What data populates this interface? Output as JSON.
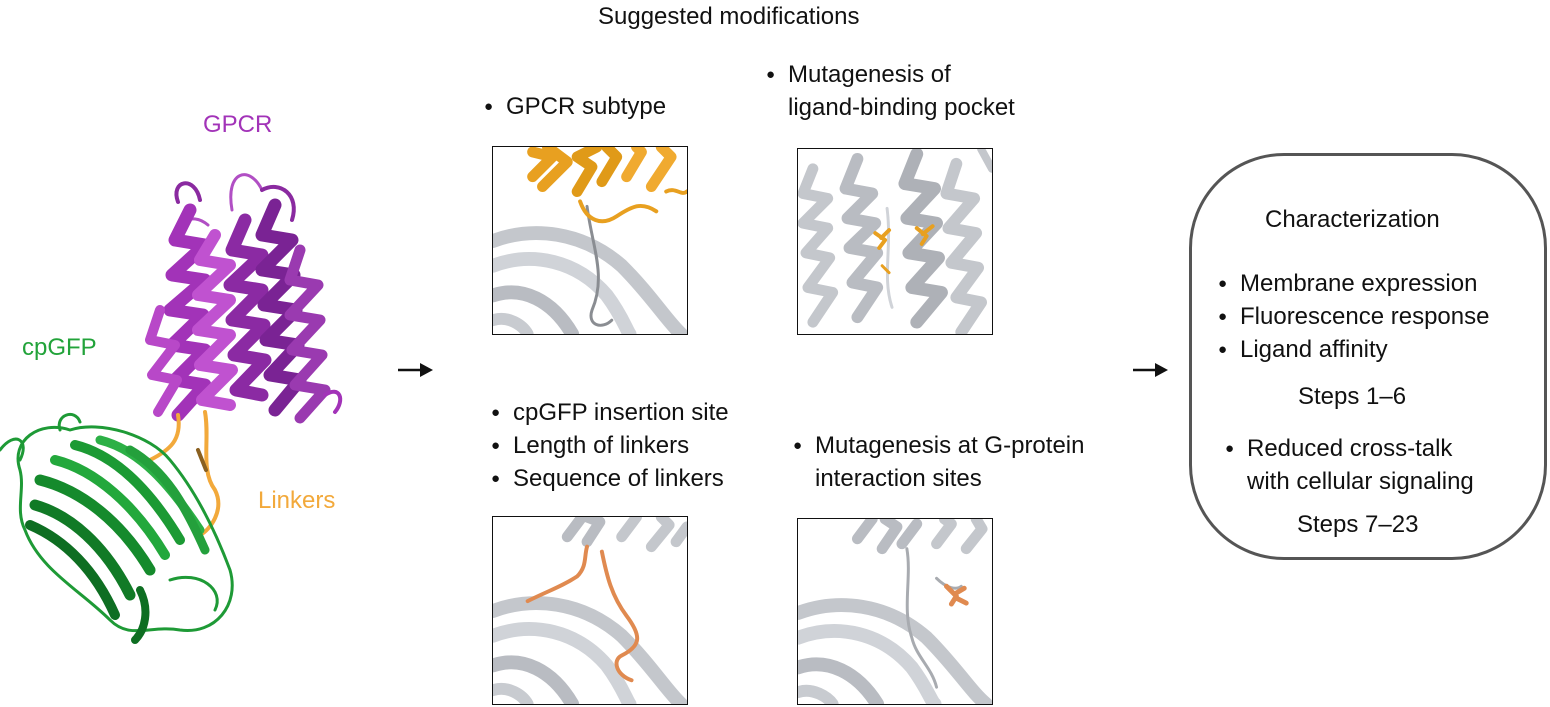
{
  "title": "Suggested modifications",
  "protein": {
    "gpcr_label": "GPCR",
    "cpgfp_label": "cpGFP",
    "linkers_label": "Linkers"
  },
  "colors": {
    "gpcr": "#a233b8",
    "cpgfp": "#22a33a",
    "linkers": "#f2a93b",
    "highlight_orange": "#e8a020",
    "highlight_salmon": "#e08a50",
    "structure_grey": "#c4c7cc",
    "box_border": "#555555"
  },
  "modifications": {
    "top_left": {
      "bullets": [
        "GPCR subtype"
      ]
    },
    "top_right": {
      "bullet": "Mutagenesis of",
      "continuation": "ligand-binding pocket"
    },
    "bottom_left": {
      "bullets": [
        "cpGFP insertion site",
        "Length of linkers",
        "Sequence of linkers"
      ]
    },
    "bottom_right": {
      "bullet": "Mutagenesis at G-protein",
      "continuation": "interaction sites"
    }
  },
  "characterization": {
    "title": "Characterization",
    "group1": [
      "Membrane expression",
      "Fluorescence response",
      "Ligand affinity"
    ],
    "steps1": "Steps 1–6",
    "group2_bullet": "Reduced cross-talk",
    "group2_continuation": "with cellular signaling",
    "steps2": "Steps 7–23"
  }
}
